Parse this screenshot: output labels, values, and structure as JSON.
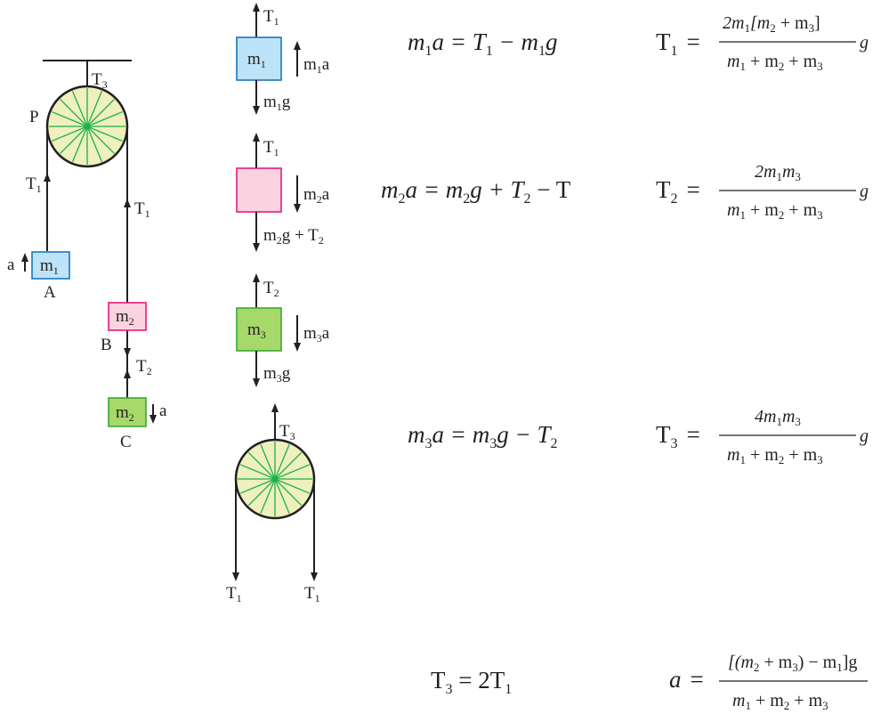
{
  "left_system": {
    "t3": "T",
    "t3_sub": "3",
    "pulley": "P",
    "t1_left": "T",
    "t1_left_sub": "1",
    "t1_right": "T",
    "t1_right_sub": "1",
    "accel_a": "a",
    "block_a": "m",
    "block_a_sub": "1",
    "block_a_name": "A",
    "block_b": "m",
    "block_b_sub": "2",
    "block_b_name": "B",
    "t2": "T",
    "t2_sub": "2",
    "block_c": "m",
    "block_c_sub": "2",
    "block_c_name": "C",
    "accel_c": "a"
  },
  "fbd1": {
    "top": "T",
    "top_sub": "1",
    "block": "m",
    "block_sub": "1",
    "accel": "m",
    "accel_sub": "1",
    "accel_tail": "a",
    "bottom": "m",
    "bottom_sub": "1",
    "bottom_tail": "g"
  },
  "fbd2": {
    "top": "T",
    "top_sub": "1",
    "accel": "m",
    "accel_sub": "2",
    "accel_tail": "a",
    "bottom": "m",
    "bottom_sub": "2",
    "bottom_mid": "g + T",
    "bottom_sub2": "2"
  },
  "fbd3": {
    "top": "T",
    "top_sub": "2",
    "block": "m",
    "block_sub": "3",
    "accel": "m",
    "accel_sub": "3",
    "accel_tail": "a",
    "bottom": "m",
    "bottom_sub": "3",
    "bottom_tail": "g"
  },
  "pulley_fbd": {
    "top": "T",
    "top_sub": "3",
    "left": "T",
    "left_sub": "1",
    "right": "T",
    "right_sub": "1"
  },
  "equations": {
    "eq1": {
      "a": "m",
      "a_sub": "1",
      "b": "a = T",
      "b_sub": "1",
      "c": " − m",
      "c_sub": "1",
      "d": "g"
    },
    "eq2": {
      "a": "m",
      "a_sub": "2",
      "b": "a = m",
      "b_sub": "2",
      "c": "g + T",
      "c_sub": "2",
      "d": " − T"
    },
    "eq3": {
      "a": "m",
      "a_sub": "3",
      "b": "a = m",
      "b_sub": "3",
      "c": "g − T",
      "c_sub": "2"
    }
  },
  "results": {
    "t1": {
      "lhs": "T",
      "lhs_sub": "1",
      "eq": "=",
      "num_a": "2m",
      "num_a_sub": "1",
      "num_b": "[m",
      "num_b_sub": "2",
      "num_c": " + m",
      "num_c_sub": "3",
      "num_d": "]",
      "g": "g"
    },
    "t2": {
      "lhs": "T",
      "lhs_sub": "2",
      "eq": "=",
      "num_a": "2m",
      "num_a_sub": "1",
      "num_b": "m",
      "num_b_sub": "3",
      "g": "g"
    },
    "t3": {
      "lhs": "T",
      "lhs_sub": "3",
      "eq": "=",
      "num_a": "4m",
      "num_a_sub": "1",
      "num_b": "m",
      "num_b_sub": "3",
      "g": "g"
    },
    "denominator": {
      "a": "m",
      "a_sub": "1",
      "b": " + m",
      "b_sub": "2",
      "c": " + m",
      "c_sub": "3"
    }
  },
  "bottom": {
    "t3_eq": {
      "lhs": "T",
      "lhs_sub": "3",
      "rhs": " = 2T",
      "rhs_sub": "1"
    },
    "accel_eq": {
      "lhs": "a",
      "eq": "=",
      "num_a": "[(m",
      "num_a_sub": "2",
      "num_b": " + m",
      "num_b_sub": "3",
      "num_c": ") − m",
      "num_c_sub": "1",
      "num_d": "]g"
    }
  },
  "colors": {
    "blue_block": "#bde3f8",
    "blue_border": "#1b75bb",
    "pink_block": "#fbd3e0",
    "pink_border": "#e6197e",
    "green_block": "#a6d96a",
    "green_border": "#3aa935",
    "pulley_fill": "#eef0bd",
    "pulley_spoke": "#1db04b",
    "pulley_rim": "#231f20"
  }
}
